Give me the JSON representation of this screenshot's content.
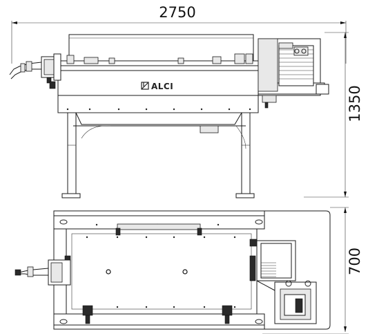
{
  "dimensions": {
    "overall_width": "2750",
    "front_height": "1350",
    "top_depth": "700"
  },
  "brand": {
    "name": "ALCI",
    "logo_icon": "alci-logo-icon"
  }
}
